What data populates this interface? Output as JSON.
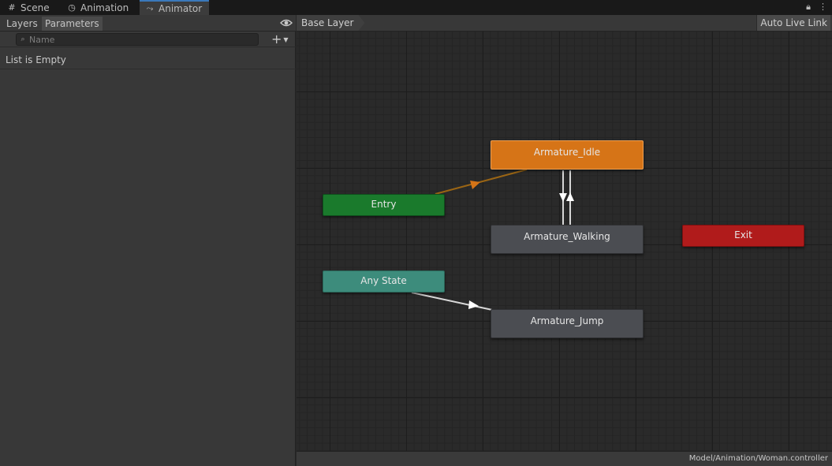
{
  "tabs": [
    {
      "label": "Scene",
      "icon": "grid-icon"
    },
    {
      "label": "Animation",
      "icon": "clock-icon"
    },
    {
      "label": "Animator",
      "icon": "animator-icon",
      "active": true
    }
  ],
  "left_panel": {
    "tabs": [
      {
        "label": "Layers"
      },
      {
        "label": "Parameters",
        "selected": true
      }
    ],
    "search": {
      "placeholder": "Name",
      "value": ""
    },
    "empty_text": "List is Empty"
  },
  "graph": {
    "breadcrumb": "Base Layer",
    "auto_live_link": "Auto Live Link",
    "nodes": {
      "idle": "Armature_Idle",
      "entry": "Entry",
      "walking": "Armature_Walking",
      "exit": "Exit",
      "any_state": "Any State",
      "jump": "Armature_Jump"
    }
  },
  "footer": {
    "path": "Model/Animation/Woman.controller"
  },
  "colors": {
    "accent": "#3a79bb",
    "idle_state": "#d67417",
    "entry_state": "#1a7a2c",
    "any_state": "#3d8c7c",
    "exit_state": "#b01b1b",
    "state": "#4b4d52"
  }
}
